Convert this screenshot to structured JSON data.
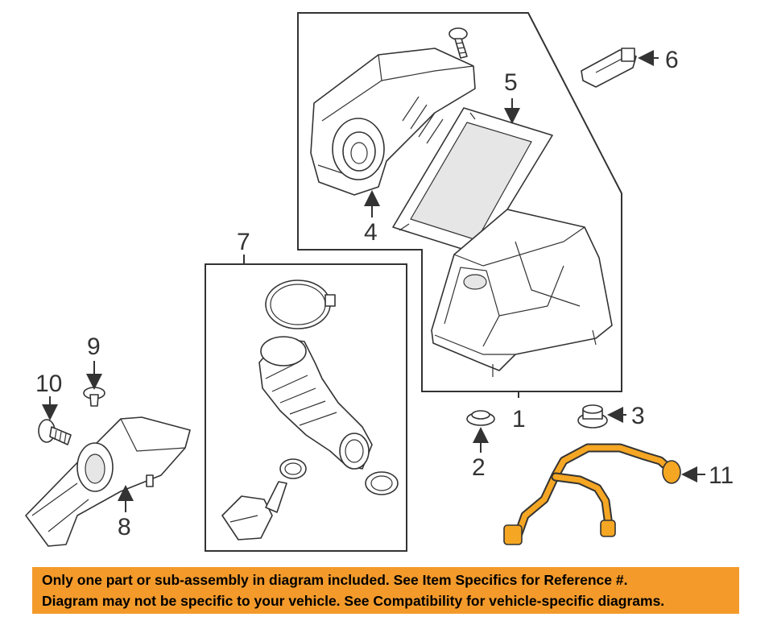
{
  "callouts": {
    "c1": "1",
    "c2": "2",
    "c3": "3",
    "c4": "4",
    "c5": "5",
    "c6": "6",
    "c7": "7",
    "c8": "8",
    "c9": "9",
    "c10": "10",
    "c11": "11"
  },
  "disclaimer": {
    "line1": "Only one part or sub-assembly in diagram included. See Item Specifics for Reference #.",
    "line2": "Diagram may not be specific to your vehicle. See Compatibility for vehicle-specific diagrams."
  },
  "colors": {
    "banner": "#f39a2b",
    "highlighted_part": "#f5a623",
    "line": "#333333"
  }
}
